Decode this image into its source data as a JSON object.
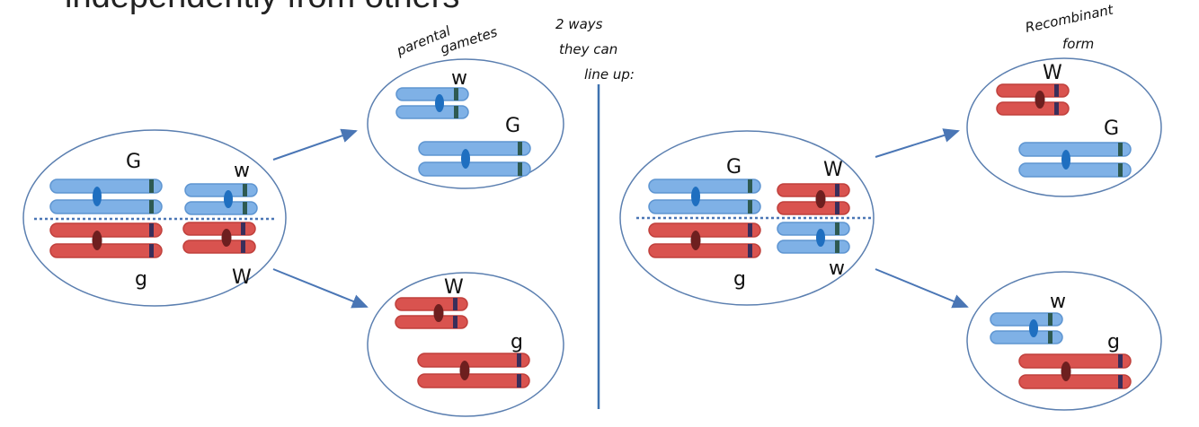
{
  "slide_title": "independently from others",
  "annotations": {
    "parental_gametes_line1": "parental",
    "parental_gametes_line2": "gametes",
    "two_ways_line1": "2 ways",
    "two_ways_line2": "they can",
    "two_ways_line3": "line up:",
    "recombinant_line1": "Recombinant",
    "recombinant_line2": "form"
  },
  "left_parent": {
    "upper_left_allele": "G",
    "upper_right_allele": "w",
    "lower_left_allele": "g",
    "lower_right_allele": "W"
  },
  "left_gamete_top": {
    "small_allele": "w",
    "large_allele": "G"
  },
  "left_gamete_bottom": {
    "small_allele": "W",
    "large_allele": "g"
  },
  "right_parent": {
    "upper_left_allele": "G",
    "upper_right_allele": "W",
    "lower_left_allele": "g",
    "lower_right_allele": "w"
  },
  "right_gamete_top": {
    "small_allele": "W",
    "large_allele": "G"
  },
  "right_gamete_bottom": {
    "small_allele": "w",
    "large_allele": "g"
  },
  "colors": {
    "blue_chromosome": "#7FB1E6",
    "blue_centromere": "#1F6FC0",
    "red_chromosome": "#D9534F",
    "red_centromere": "#6E1F1F",
    "cell_outline": "#5B7FB0",
    "arrow": "#4A76B5",
    "metaphase_line": "#4A76B5",
    "divider": "#3F72AF"
  }
}
